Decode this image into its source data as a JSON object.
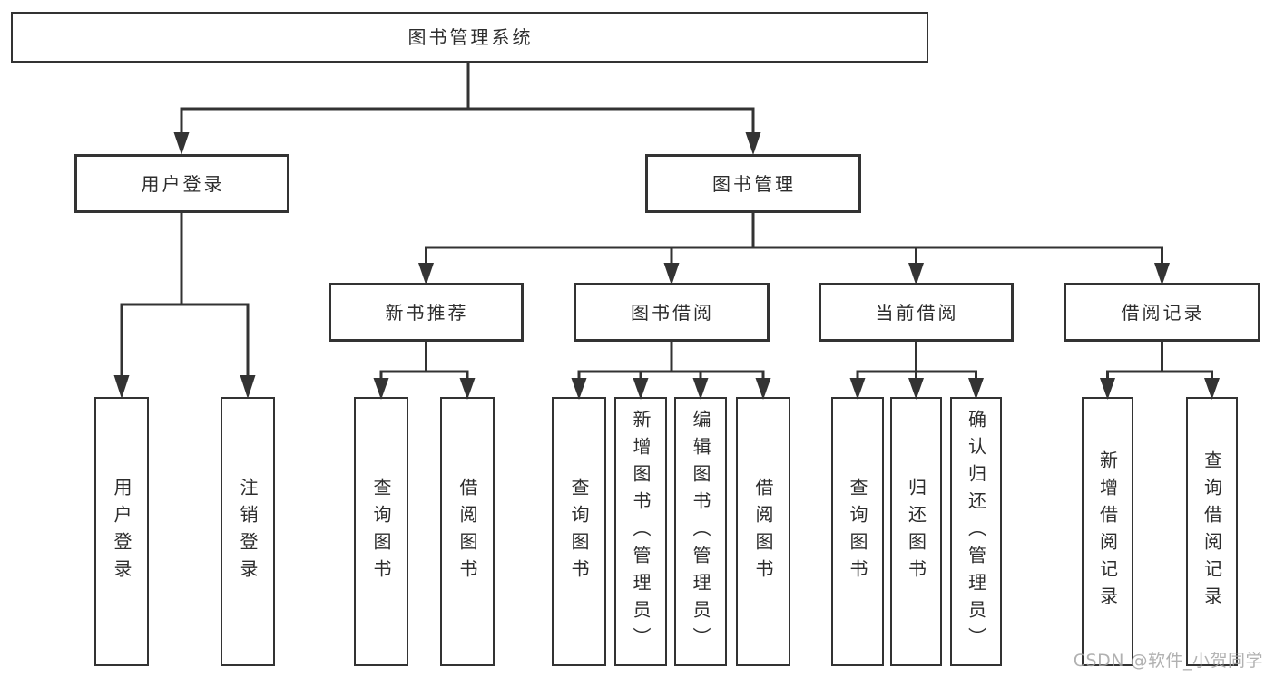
{
  "diagram": {
    "type": "hierarchy-diagram",
    "background": "#ffffff",
    "line_color": "#333333",
    "box_fill": "#ffffff",
    "text_color": "#2d2d2d",
    "watermark_color": "#a3a3a3"
  },
  "watermark": "CSDN @软件_小贺同学",
  "levels": {
    "root": {
      "label": "图书管理系统"
    },
    "level2": [
      {
        "label": "用户登录"
      },
      {
        "label": "图书管理"
      }
    ],
    "level3": [
      {
        "label": "新书推荐",
        "parent": "图书管理"
      },
      {
        "label": "图书借阅",
        "parent": "图书管理"
      },
      {
        "label": "当前借阅",
        "parent": "图书管理"
      },
      {
        "label": "借阅记录",
        "parent": "图书管理"
      }
    ],
    "level4": [
      {
        "label": "用户登录",
        "parent": "用户登录"
      },
      {
        "label": "注销登录",
        "parent": "用户登录"
      },
      {
        "label": "查询图书",
        "parent": "新书推荐"
      },
      {
        "label": "借阅图书",
        "parent": "新书推荐"
      },
      {
        "label": "查询图书",
        "parent": "图书借阅"
      },
      {
        "label": "新增图书（管理员）",
        "parent": "图书借阅"
      },
      {
        "label": "编辑图书（管理员）",
        "parent": "图书借阅"
      },
      {
        "label": "借阅图书",
        "parent": "图书借阅"
      },
      {
        "label": "查询图书",
        "parent": "当前借阅"
      },
      {
        "label": "归还图书",
        "parent": "当前借阅"
      },
      {
        "label": "确认归还（管理员）",
        "parent": "当前借阅"
      },
      {
        "label": "新增借阅记录",
        "parent": "借阅记录"
      },
      {
        "label": "查询借阅记录",
        "parent": "借阅记录"
      }
    ]
  }
}
